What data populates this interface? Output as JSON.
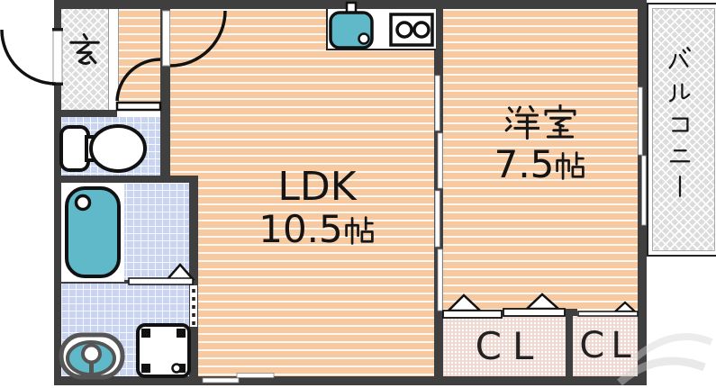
{
  "floorplan": {
    "rooms": {
      "entrance": {
        "label": "玄"
      },
      "ldk": {
        "label": "LDK",
        "size": "10.5帖",
        "size_value": "10.5",
        "size_unit": "帖"
      },
      "western_room": {
        "label": "洋室",
        "size": "7.5帖",
        "size_value": "7.5",
        "size_unit": "帖"
      },
      "balcony": {
        "label": "バルコニー"
      },
      "closet_left": {
        "label": "CL"
      },
      "closet_right": {
        "label": "CL"
      }
    },
    "icons": {
      "toilet": "toilet-icon",
      "bathtub": "bathtub-icon",
      "wash_basin": "wash-basin-icon",
      "washing_machine": "washing-machine-icon",
      "kitchen_sink": "kitchen-sink-icon",
      "stove": "stove-icon",
      "door_swing": "door-swing-arc-icon",
      "folding_door": "folding-door-triangle-icon"
    },
    "colors": {
      "wall": "#3f3f3f",
      "wood_floor": "#f7c9a0",
      "tile_floor": "#c9d4f0",
      "hatch_floor": "#dcdcdc",
      "closet_floor": "#eed5ce",
      "fixture_teal": "#5fb9c9"
    }
  }
}
